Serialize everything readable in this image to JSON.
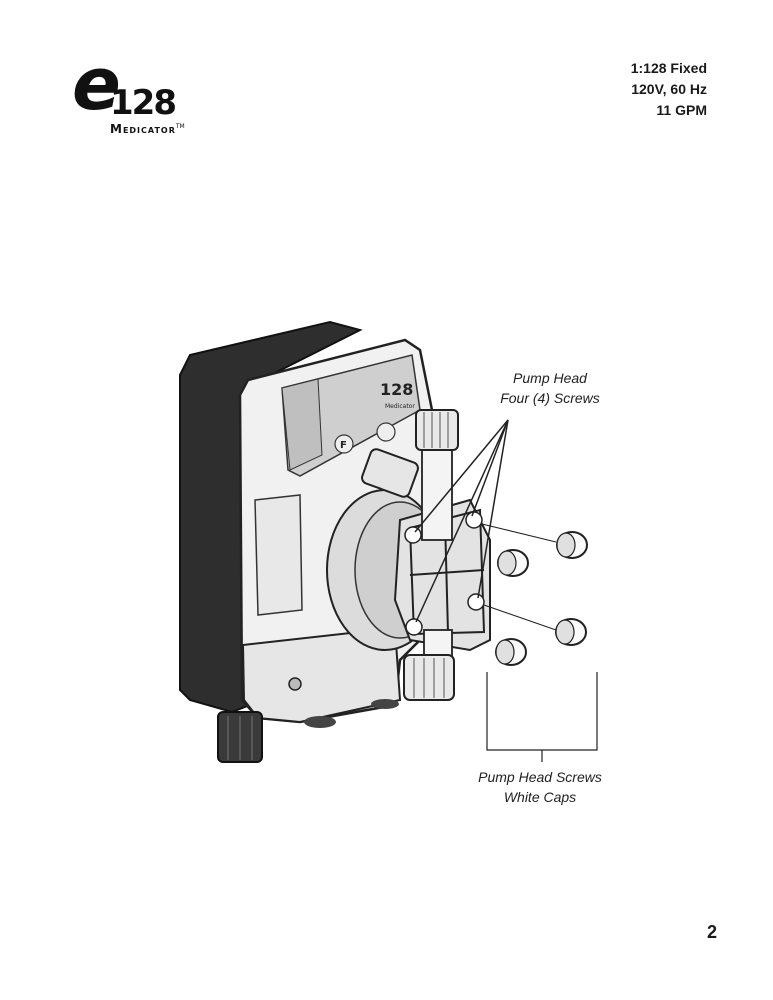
{
  "logo": {
    "letter": "e",
    "number": "128",
    "brand": "Medicator",
    "trademark": "TM"
  },
  "specs": {
    "ratio": "1:128 Fixed",
    "power": "120V, 60 Hz",
    "flow": "11 GPM"
  },
  "device_panel": {
    "logo_number": "128",
    "logo_brand": "Medicator",
    "button_f": "F"
  },
  "callouts": {
    "pump_head_line1": "Pump Head",
    "pump_head_line2": "Four (4) Screws",
    "caps_line1": "Pump Head Screws",
    "caps_line2": "White Caps"
  },
  "page_number": "2"
}
